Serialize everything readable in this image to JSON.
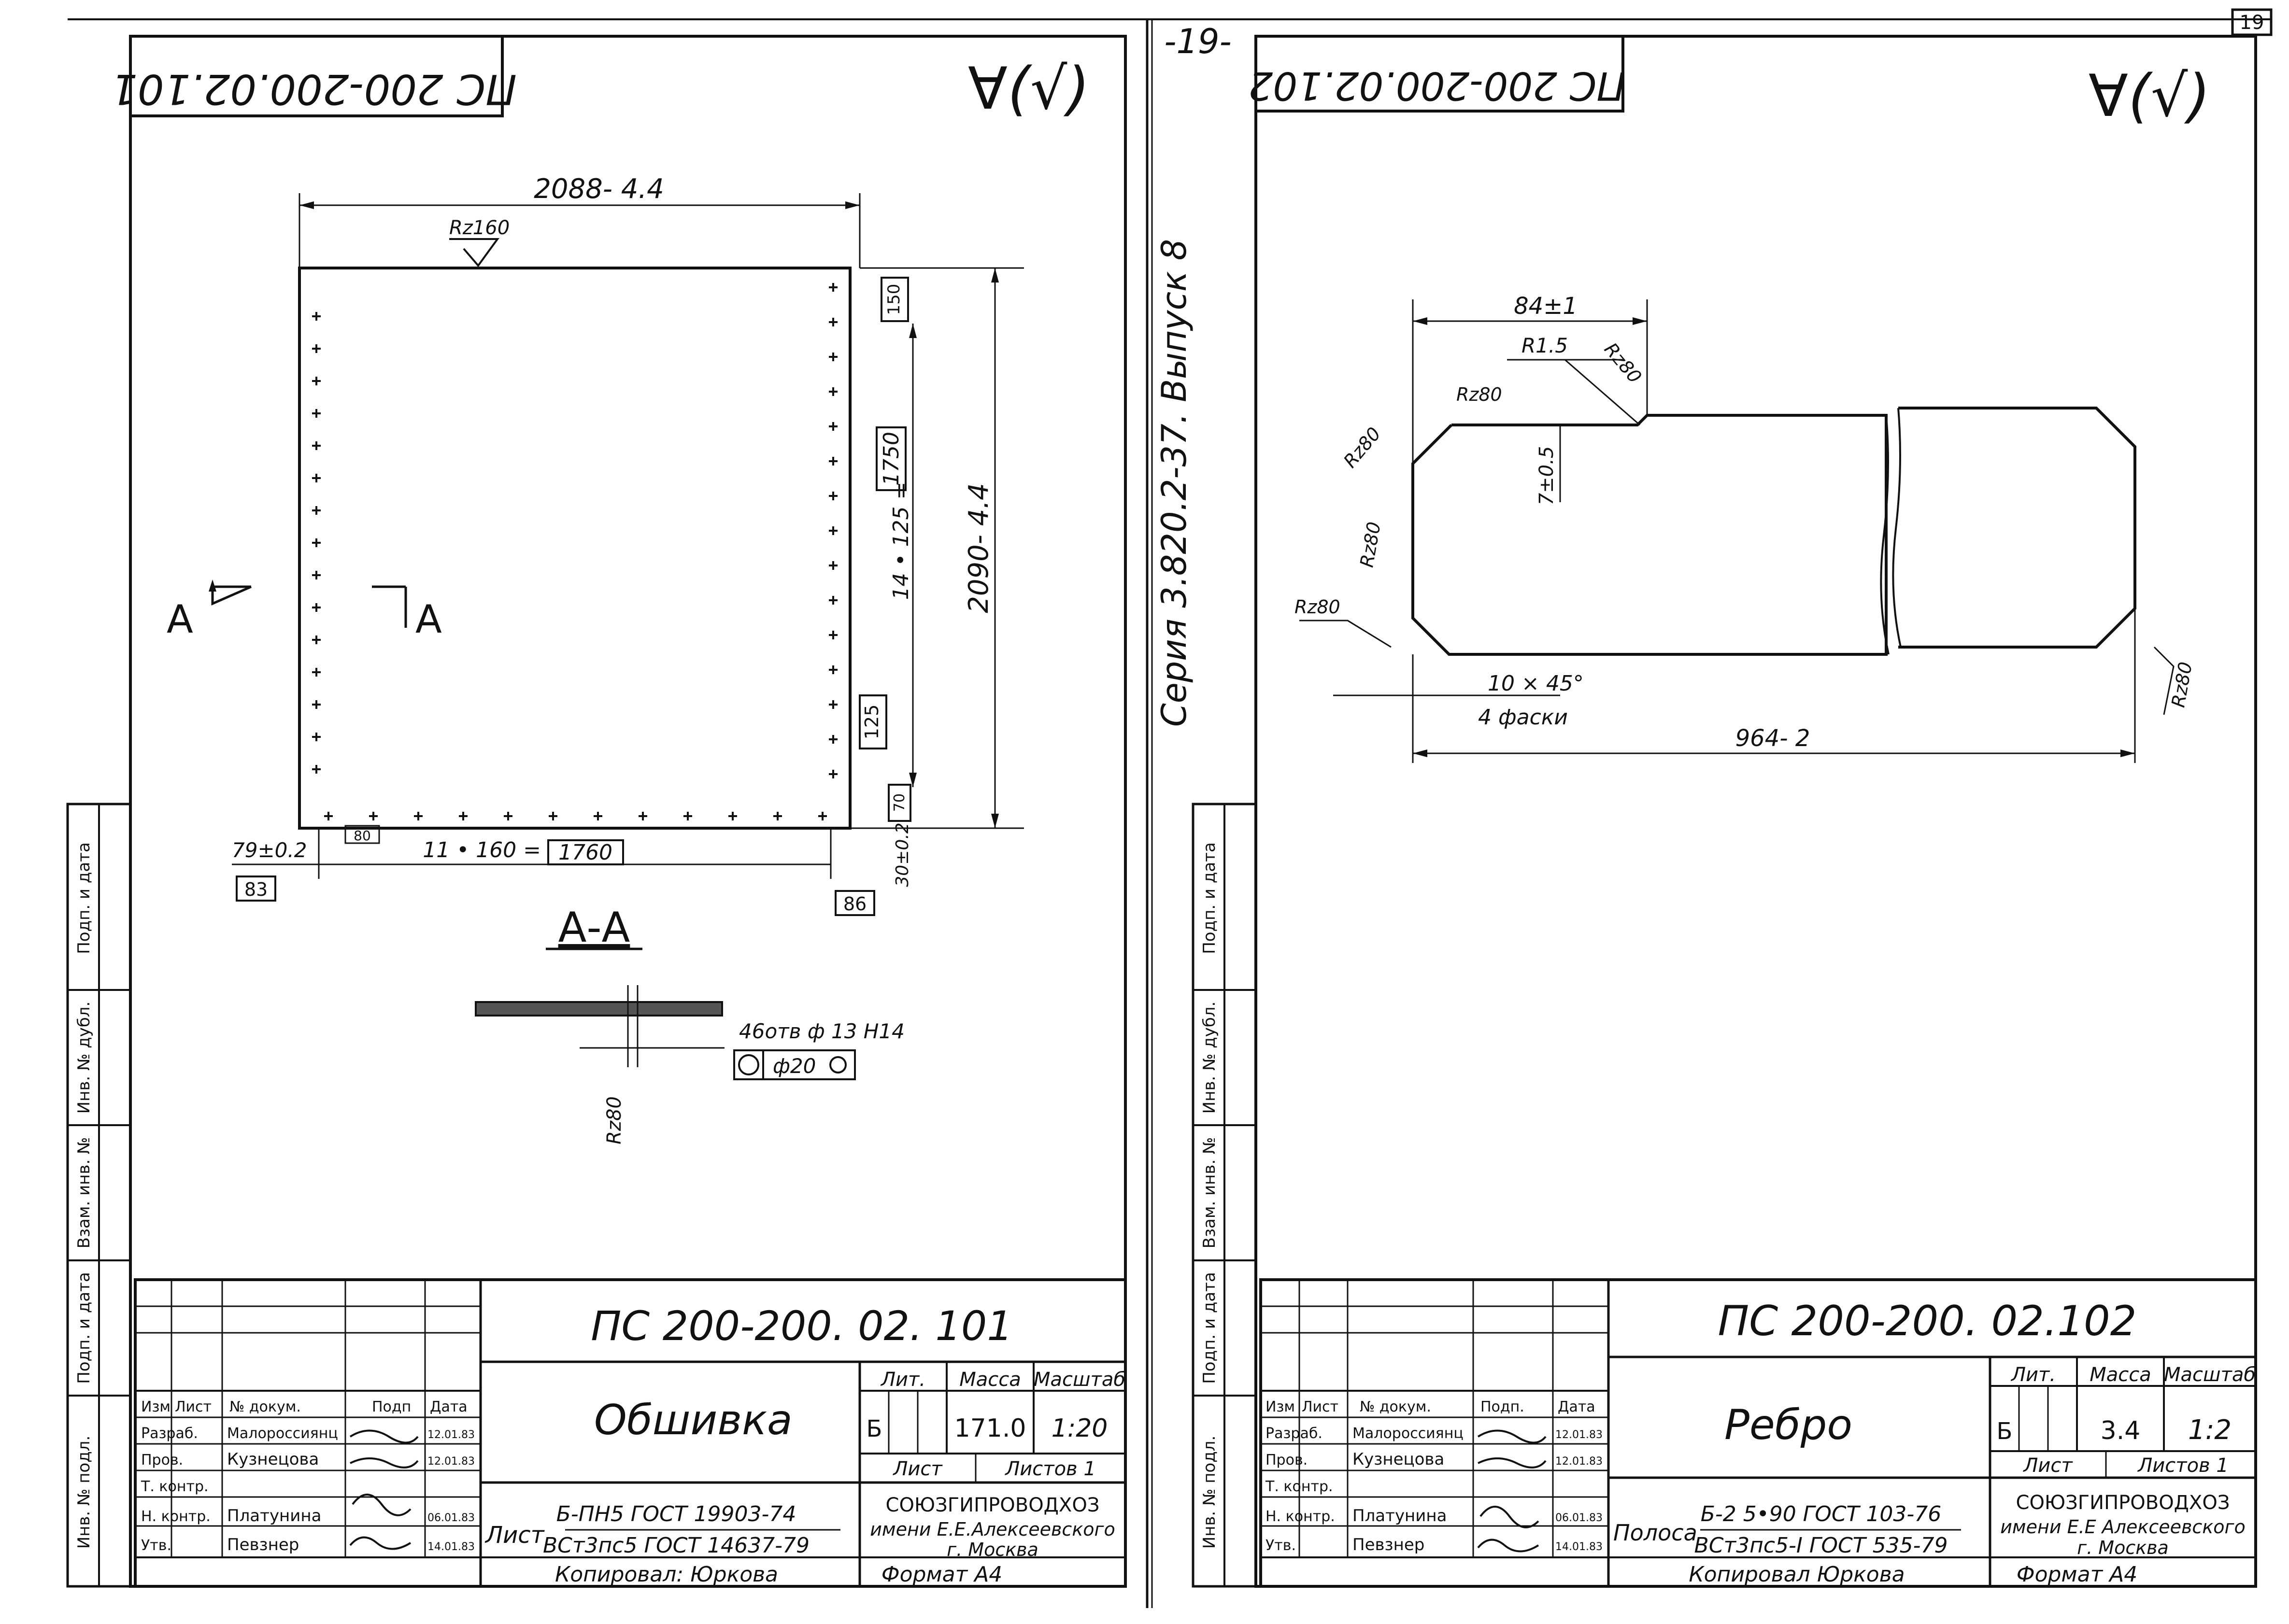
{
  "page_number": "19",
  "center_page_number": "-19-",
  "series": "Серия 3.820.2-37. Выпуск 8",
  "left_sheet": {
    "stamp_mirrored": "ПС 200-200.02.101",
    "roughness_mark": "∀(√)",
    "title_doc": "ПС 200-200. 02. 101",
    "part_name": "Обшивка",
    "lit": "Б",
    "mass": "171.0",
    "scale": "1:20",
    "sheet_label": "Лист",
    "sheets_label": "Листов 1",
    "material_label": "Лист",
    "material_line1": "Б-ПН5 ГОСТ 19903-74",
    "material_line2": "ВСт3пс5 ГОСТ 14637-79",
    "org_line1": "СОЮЗГИПРОВОДХОЗ",
    "org_line2": "имени Е.Е.Алексеевского",
    "org_line3": "г. Москва",
    "copied": "Копировал: Юркова",
    "format": "Формат А4",
    "dims": {
      "width": "2088- 4.4",
      "height": "2090- 4.4",
      "rz_top": "Rz160",
      "pitch_v": "14 • 125 =",
      "pitch_v_box": "1750",
      "pitch_h": "11 • 160 =",
      "pitch_h_box": "1760",
      "edge_left": "79±0.2",
      "box_83": "83",
      "box_86": "86",
      "box_125": "125",
      "box_150": "150",
      "box_70": "70",
      "box_80": "80",
      "edge_bottom": "30±0.2",
      "section_a": "А",
      "section_title": "А-А",
      "holes": "46отв ф 13 Н14",
      "position_tol": "ф20",
      "rz_section": "Rz80"
    },
    "stamp_rows": [
      [
        "Изм",
        "Лист",
        "№ докум.",
        "Подп",
        "Дата"
      ],
      [
        "Разраб.",
        "Малороссиянц",
        "",
        "",
        "12.01.83"
      ],
      [
        "Пров.",
        "Кузнецова",
        "",
        "",
        "12.01.83"
      ],
      [
        "Т. контр.",
        "",
        "",
        "",
        ""
      ],
      [
        "",
        "",
        "",
        "",
        ""
      ],
      [
        "Н. контр.",
        "Платунина",
        "",
        "",
        "06.01.83"
      ],
      [
        "Утв.",
        "Певзнер",
        "",
        "",
        "14.01.83"
      ]
    ],
    "head_lit": "Лит.",
    "head_mass": "Масса",
    "head_scale": "Масштаб"
  },
  "right_sheet": {
    "stamp_mirrored": "ПС 200-200.02.102",
    "roughness_mark": "∀(√)",
    "title_doc": "ПС 200-200. 02.102",
    "part_name": "Ребро",
    "lit": "Б",
    "mass": "3.4",
    "scale": "1:2",
    "sheet_label": "Лист",
    "sheets_label": "Листов 1",
    "material_label": "Полоса",
    "material_line1": "Б-2 5•90 ГОСТ 103-76",
    "material_line2": "ВСт3пс5-I ГОСТ 535-79",
    "org_line1": "СОЮЗГИПРОВОДХОЗ",
    "org_line2": "имени Е.Е Алексеевского",
    "org_line3": "г. Москва",
    "copied": "Копировал Юркова",
    "format": "Формат А4",
    "dims": {
      "length_top": "84±1",
      "r15": "R1.5",
      "rz80_a": "Rz80",
      "rz80_b": "Rz80",
      "rz80_c": "Rz80",
      "rz80_d": "Rz80",
      "rz80_e": "Rz80",
      "rz80_f": "Rz80",
      "h_small": "7±0.5",
      "chamfer1": "10 × 45°",
      "chamfer2": "4 фаски",
      "length": "964- 2"
    },
    "stamp_rows": [
      [
        "Изм",
        "Лист",
        "№ докум.",
        "Подп.",
        "Дата"
      ],
      [
        "Разраб.",
        "Малороссиянц",
        "",
        "",
        "12.01.83"
      ],
      [
        "Пров.",
        "Кузнецова",
        "",
        "",
        "12.01.83"
      ],
      [
        "Т. контр.",
        "",
        "",
        "",
        ""
      ],
      [
        "",
        "",
        "",
        "",
        ""
      ],
      [
        "Н. контр.",
        "Платунина",
        "",
        "",
        "06.01.83"
      ],
      [
        "Утв.",
        "Певзнер",
        "",
        "",
        "14.01.83"
      ]
    ],
    "head_lit": "Лит.",
    "head_mass": "Масса",
    "head_scale": "Масштаб"
  },
  "side_fields": [
    "Инв. № подл.",
    "Подп. и дата",
    "Взам. инв. №",
    "Инв. № дубл.",
    "Подп. и дата"
  ]
}
